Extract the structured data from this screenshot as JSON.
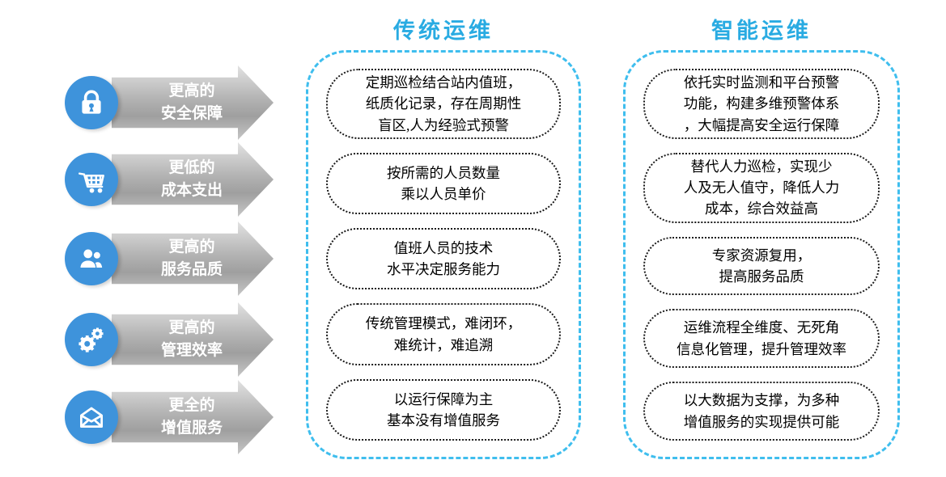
{
  "diagram": {
    "benefits": [
      {
        "icon": "lock-icon",
        "label": "更高的\n安全保障"
      },
      {
        "icon": "cart-icon",
        "label": "更低的\n成本支出"
      },
      {
        "icon": "users-icon",
        "label": "更高的\n服务品质"
      },
      {
        "icon": "gears-icon",
        "label": "更高的\n管理效率"
      },
      {
        "icon": "envelope-icon",
        "label": "更全的\n增值服务"
      }
    ],
    "traditional": {
      "title": "传统运维",
      "boxes": [
        "定期巡检结合站内值班，\n纸质化记录，存在周期性\n盲区,人为经验式预警",
        "按所需的人员数量\n乘以人员单价",
        "值班人员的技术\n水平决定服务能力",
        "传统管理模式，难闭环，\n难统计，难追溯",
        "以运行保障为主\n基本没有增值服务"
      ]
    },
    "smart": {
      "title": "智能运维",
      "boxes": [
        "依托实时监测和平台预警\n功能，构建多维预警体系\n，大幅提高安全运行保障",
        "替代人力巡检，实现少\n人及无人值守，降低人力\n成本，综合效益高",
        "专家资源复用，\n提高服务品质",
        "运维流程全维度、无死角\n信息化管理，提升管理效率",
        "以大数据为支撑，为多种\n增值服务的实现提供可能"
      ]
    },
    "colors": {
      "icon_circle": "#3E93DB",
      "panel_border": "#3FBEEE",
      "title_text": "#29ABE2",
      "arrow_gradient_mid": "#9F9F9F",
      "arrow_text": "#FFFFFF",
      "box_border": "#1A1A1A",
      "box_text": "#000000"
    }
  }
}
